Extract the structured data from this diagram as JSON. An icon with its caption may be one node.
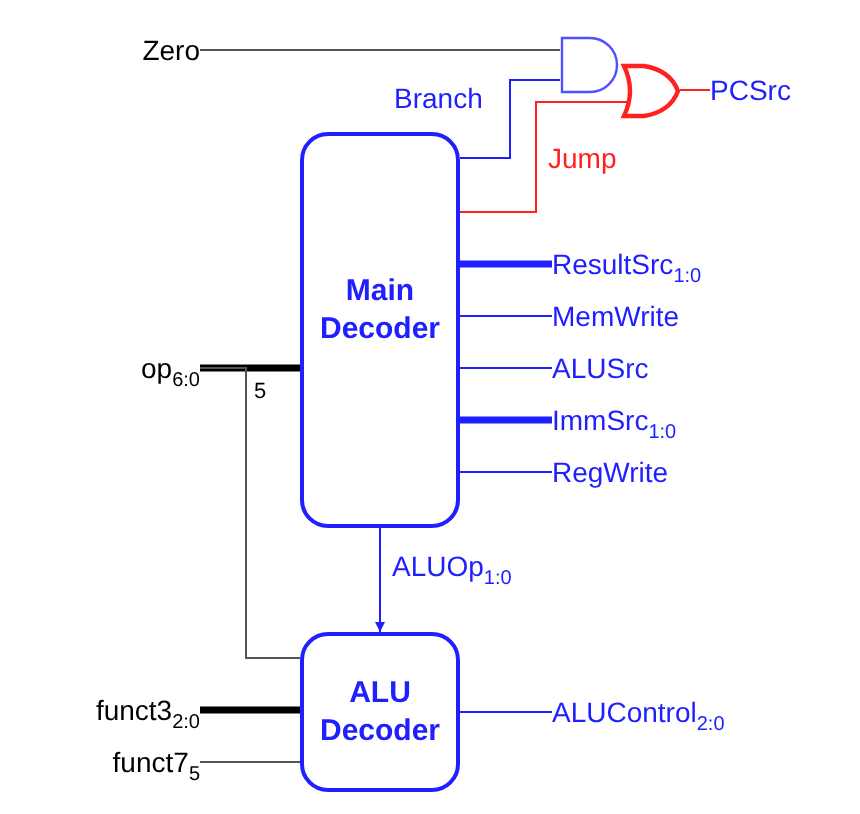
{
  "diagram": {
    "nodes": [
      {
        "text": [
          "Main Decoder"
        ]
      },
      {
        "text": [
          "ALU Decoder"
        ]
      },
      {
        "text": [],
        "shape": "gate"
      },
      {
        "text": [],
        "shape": "gate"
      },
      {
        "text": [
          "Zero"
        ]
      },
      {
        "text": [
          "PCSrc"
        ]
      },
      {
        "text": [
          "ResultSrc$_{1:0}$"
        ]
      },
      {
        "text": [
          "MemWrite"
        ]
      },
      {
        "text": [
          "ALUSrc"
        ]
      },
      {
        "text": [
          "ImmSrc$_{1:0}$"
        ]
      },
      {
        "text": [
          "RegWrite"
        ]
      },
      {
        "text": [
          "op$_{6:0}$"
        ]
      },
      {
        "text": [
          "funct3$_{2:0}$"
        ]
      },
      {
        "text": [
          "funct7$_{5}$"
        ]
      },
      {
        "text": [
          "ALUControl$_{2:0}$"
        ]
      }
    ],
    "edges": [
      {
        "from": 4,
        "to": 2,
        "arrow": "none",
        "color": "#555555"
      },
      {
        "from": 0,
        "to": 2,
        "arrow": "none",
        "label": "Branch"
      },
      {
        "from": 0,
        "to": 3,
        "arrow": "none",
        "label": "Jump",
        "color": "#ff2020"
      },
      {
        "from": 3,
        "to": 5,
        "arrow": "none",
        "color": "#ff2020"
      },
      {
        "from": 0,
        "to": 6,
        "arrow": "none",
        "style": "thick"
      },
      {
        "from": 0,
        "to": 7,
        "arrow": "none"
      },
      {
        "from": 0,
        "to": 8,
        "arrow": "none"
      },
      {
        "from": 0,
        "to": 9,
        "arrow": "none",
        "style": "thick"
      },
      {
        "from": 0,
        "to": 10,
        "arrow": "none"
      },
      {
        "from": 11,
        "to": 0,
        "arrow": "none",
        "style": "thick",
        "color": "#000000"
      },
      {
        "from": 11,
        "to": 1,
        "arrow": "none",
        "label": "5",
        "color": "#555555"
      },
      {
        "from": 0,
        "to": 1,
        "arrow": "to",
        "label": "ALUOp$_{1:0}$"
      },
      {
        "from": 12,
        "to": 1,
        "arrow": "none",
        "style": "thick",
        "color": "#000000"
      },
      {
        "from": 13,
        "to": 1,
        "arrow": "none",
        "color": "#555555"
      },
      {
        "from": 1,
        "to": 14,
        "arrow": "none"
      }
    ]
  }
}
